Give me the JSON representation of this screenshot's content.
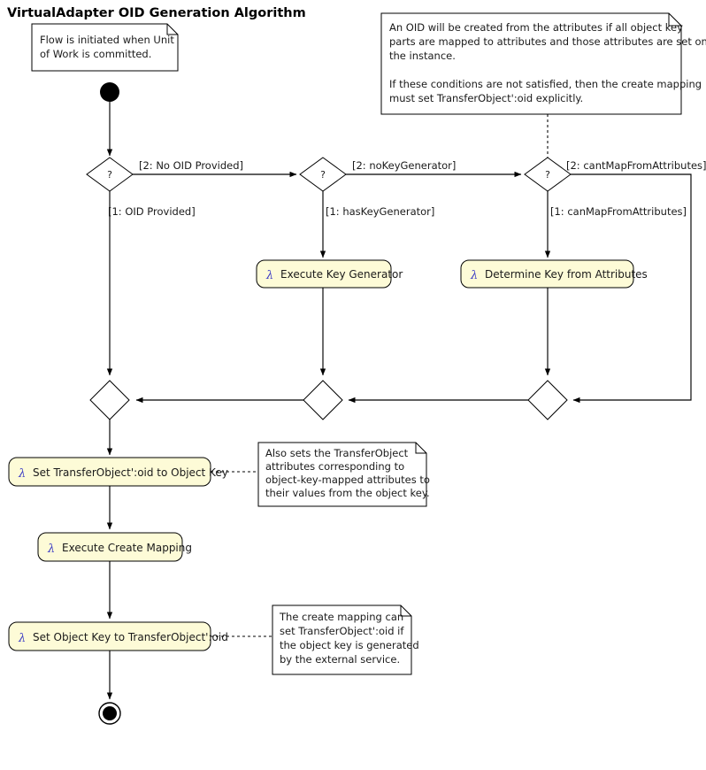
{
  "diagram": {
    "title": "VirtualAdapter OID Generation Algorithm",
    "type": "uml-activity-diagram",
    "colors": {
      "note_fill": "#fcfbd9",
      "action_fill": "#fdfbd7",
      "stroke": "#000000",
      "lambda": "#3b3bc4",
      "background": "#ffffff"
    },
    "notes": [
      {
        "id": "note-start",
        "lines": [
          "Flow is initiated when Unit",
          "of Work is committed."
        ]
      },
      {
        "id": "note-oid-attributes",
        "lines": [
          "An OID will be created from the attributes if all object key",
          "parts are mapped to attributes and those attributes are set on",
          "the instance.",
          "",
          "If these conditions are not satisfied, then the create mapping",
          "must set TransferObject':oid explicitly."
        ]
      },
      {
        "id": "note-also-sets",
        "lines": [
          "Also sets the TransferObject",
          "attributes corresponding to",
          "object-key-mapped attributes to",
          "their values from the object key."
        ]
      },
      {
        "id": "note-create-mapping",
        "lines": [
          "The create mapping can",
          "set TransferObject':oid if",
          "the object key is generated",
          "by the external service."
        ]
      }
    ],
    "nodes": {
      "start": {
        "label": "initial-node"
      },
      "end": {
        "label": "final-node"
      },
      "decision1": {
        "label": "?"
      },
      "decision2": {
        "label": "?"
      },
      "decision3": {
        "label": "?"
      },
      "merge1": {
        "label": ""
      },
      "merge2": {
        "label": ""
      },
      "merge3": {
        "label": ""
      }
    },
    "actions": [
      {
        "id": "action-execute-key-generator",
        "lambda": "λ",
        "label": "Execute Key Generator"
      },
      {
        "id": "action-determine-key-from-attributes",
        "lambda": "λ",
        "label": "Determine Key from Attributes"
      },
      {
        "id": "action-set-transferobject-oid",
        "lambda": "λ",
        "label": "Set TransferObject':oid to Object Key"
      },
      {
        "id": "action-execute-create-mapping",
        "lambda": "λ",
        "label": "Execute Create Mapping"
      },
      {
        "id": "action-set-object-key",
        "lambda": "λ",
        "label": "Set Object Key to TransferObject':oid"
      }
    ],
    "guards": [
      {
        "id": "guard-no-oid-provided",
        "label": "[2: No OID Provided]"
      },
      {
        "id": "guard-oid-provided",
        "label": "[1: OID Provided]"
      },
      {
        "id": "guard-no-key-generator",
        "label": "[2: noKeyGenerator]"
      },
      {
        "id": "guard-has-key-generator",
        "label": "[1: hasKeyGenerator]"
      },
      {
        "id": "guard-cant-map-from-attributes",
        "label": "[2: cantMapFromAttributes]"
      },
      {
        "id": "guard-can-map-from-attributes",
        "label": "[1: canMapFromAttributes]"
      }
    ]
  }
}
